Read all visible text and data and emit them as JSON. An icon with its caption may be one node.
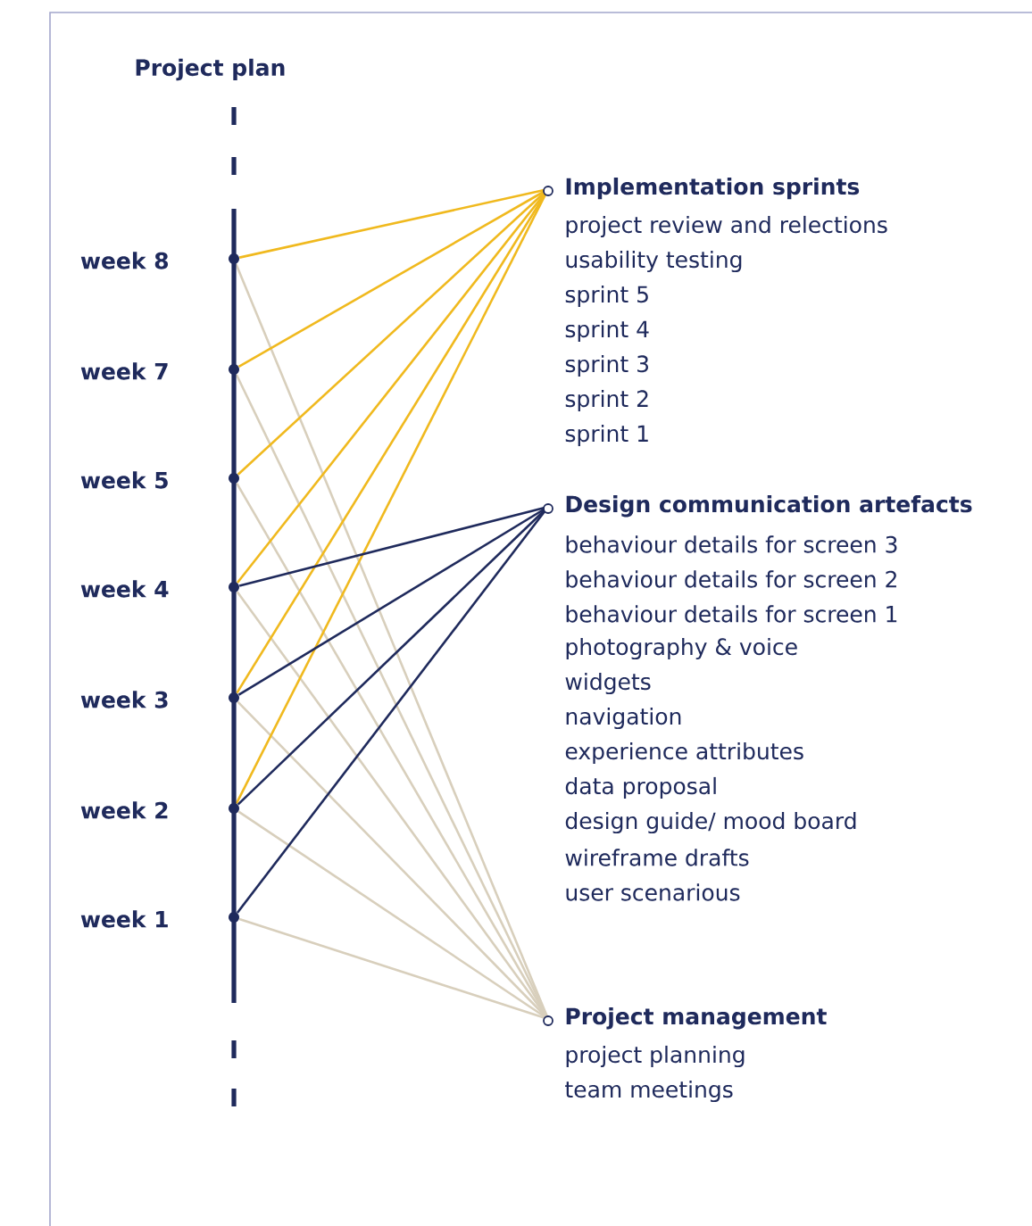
{
  "diagram": {
    "title": "Project plan",
    "nodes": [
      {
        "text": [
          "week 8"
        ]
      },
      {
        "text": [
          "week 7"
        ]
      },
      {
        "text": [
          "week 5"
        ]
      },
      {
        "text": [
          "week 4"
        ]
      },
      {
        "text": [
          "week 3"
        ]
      },
      {
        "text": [
          "week 2"
        ]
      },
      {
        "text": [
          "week 1"
        ]
      },
      {
        "text": [
          "Implementation sprints"
        ]
      },
      {
        "text": [
          "Design communication artefacts"
        ]
      },
      {
        "text": [
          "Project management"
        ]
      }
    ],
    "labels": [
      "project review and relections",
      "usability testing",
      "sprint 5",
      "sprint 4",
      "sprint 3",
      "sprint 2",
      "sprint 1",
      "behaviour details for screen 3",
      "behaviour details for screen 2",
      "behaviour details for screen 1",
      "photography & voice",
      "widgets",
      "navigation",
      "experience attributes",
      "data proposal",
      "design guide/ mood board",
      "wireframe drafts",
      "user scenarious",
      "project planning",
      "team meetings"
    ],
    "edges": [
      {
        "from": 0,
        "to": 7,
        "arrow": "none",
        "color": "#f0b91e"
      },
      {
        "from": 1,
        "to": 7,
        "arrow": "none",
        "color": "#f0b91e"
      },
      {
        "from": 2,
        "to": 7,
        "arrow": "none",
        "color": "#f0b91e"
      },
      {
        "from": 3,
        "to": 7,
        "arrow": "none",
        "color": "#f0b91e"
      },
      {
        "from": 4,
        "to": 7,
        "arrow": "none",
        "color": "#f0b91e"
      },
      {
        "from": 5,
        "to": 7,
        "arrow": "none",
        "color": "#f0b91e"
      },
      {
        "from": 3,
        "to": 8,
        "arrow": "none",
        "color": "#1f2a5c"
      },
      {
        "from": 4,
        "to": 8,
        "arrow": "none",
        "color": "#1f2a5c"
      },
      {
        "from": 5,
        "to": 8,
        "arrow": "none",
        "color": "#1f2a5c"
      },
      {
        "from": 6,
        "to": 8,
        "arrow": "none",
        "color": "#1f2a5c"
      },
      {
        "from": 0,
        "to": 9,
        "arrow": "none"
      },
      {
        "from": 1,
        "to": 9,
        "arrow": "none"
      },
      {
        "from": 2,
        "to": 9,
        "arrow": "none"
      },
      {
        "from": 3,
        "to": 9,
        "arrow": "none"
      },
      {
        "from": 4,
        "to": 9,
        "arrow": "none"
      },
      {
        "from": 5,
        "to": 9,
        "arrow": "none"
      },
      {
        "from": 6,
        "to": 9,
        "arrow": "none"
      }
    ]
  }
}
